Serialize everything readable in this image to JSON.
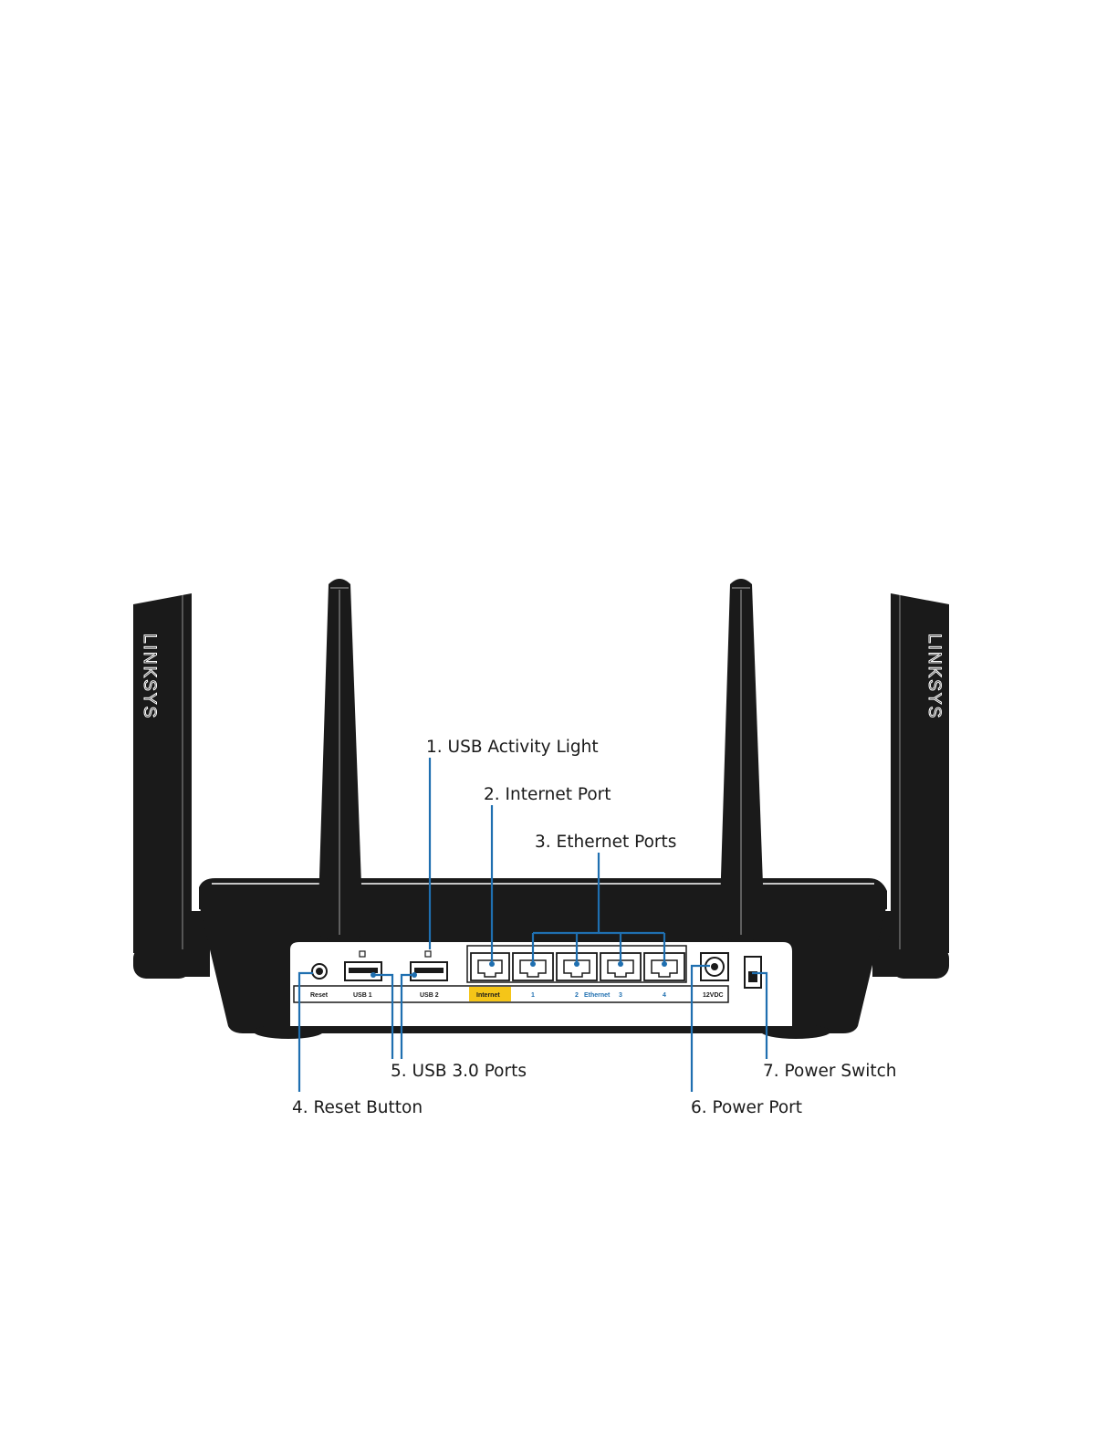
{
  "brand": "LINKSYS",
  "panel_labels": {
    "reset": "Reset",
    "usb1": "USB 1",
    "usb2": "USB 2",
    "internet": "Internet",
    "eth1": "1",
    "eth2": "2",
    "ethernet": "Ethernet",
    "eth3": "3",
    "eth4": "4",
    "power": "12VDC"
  },
  "callouts": {
    "usb_activity_light": "1. USB Activity Light",
    "internet_port": "2. Internet Port",
    "ethernet_ports": "3. Ethernet Ports",
    "reset_button": "4. Reset Button",
    "usb_ports": "5. USB 3.0 Ports",
    "power_port": "6. Power Port",
    "power_switch": "7. Power Switch"
  },
  "colors": {
    "leader_line": "#1f6fb0",
    "internet_highlight": "#f5c518",
    "device_body": "#1a1a1a",
    "background": "#ffffff"
  }
}
